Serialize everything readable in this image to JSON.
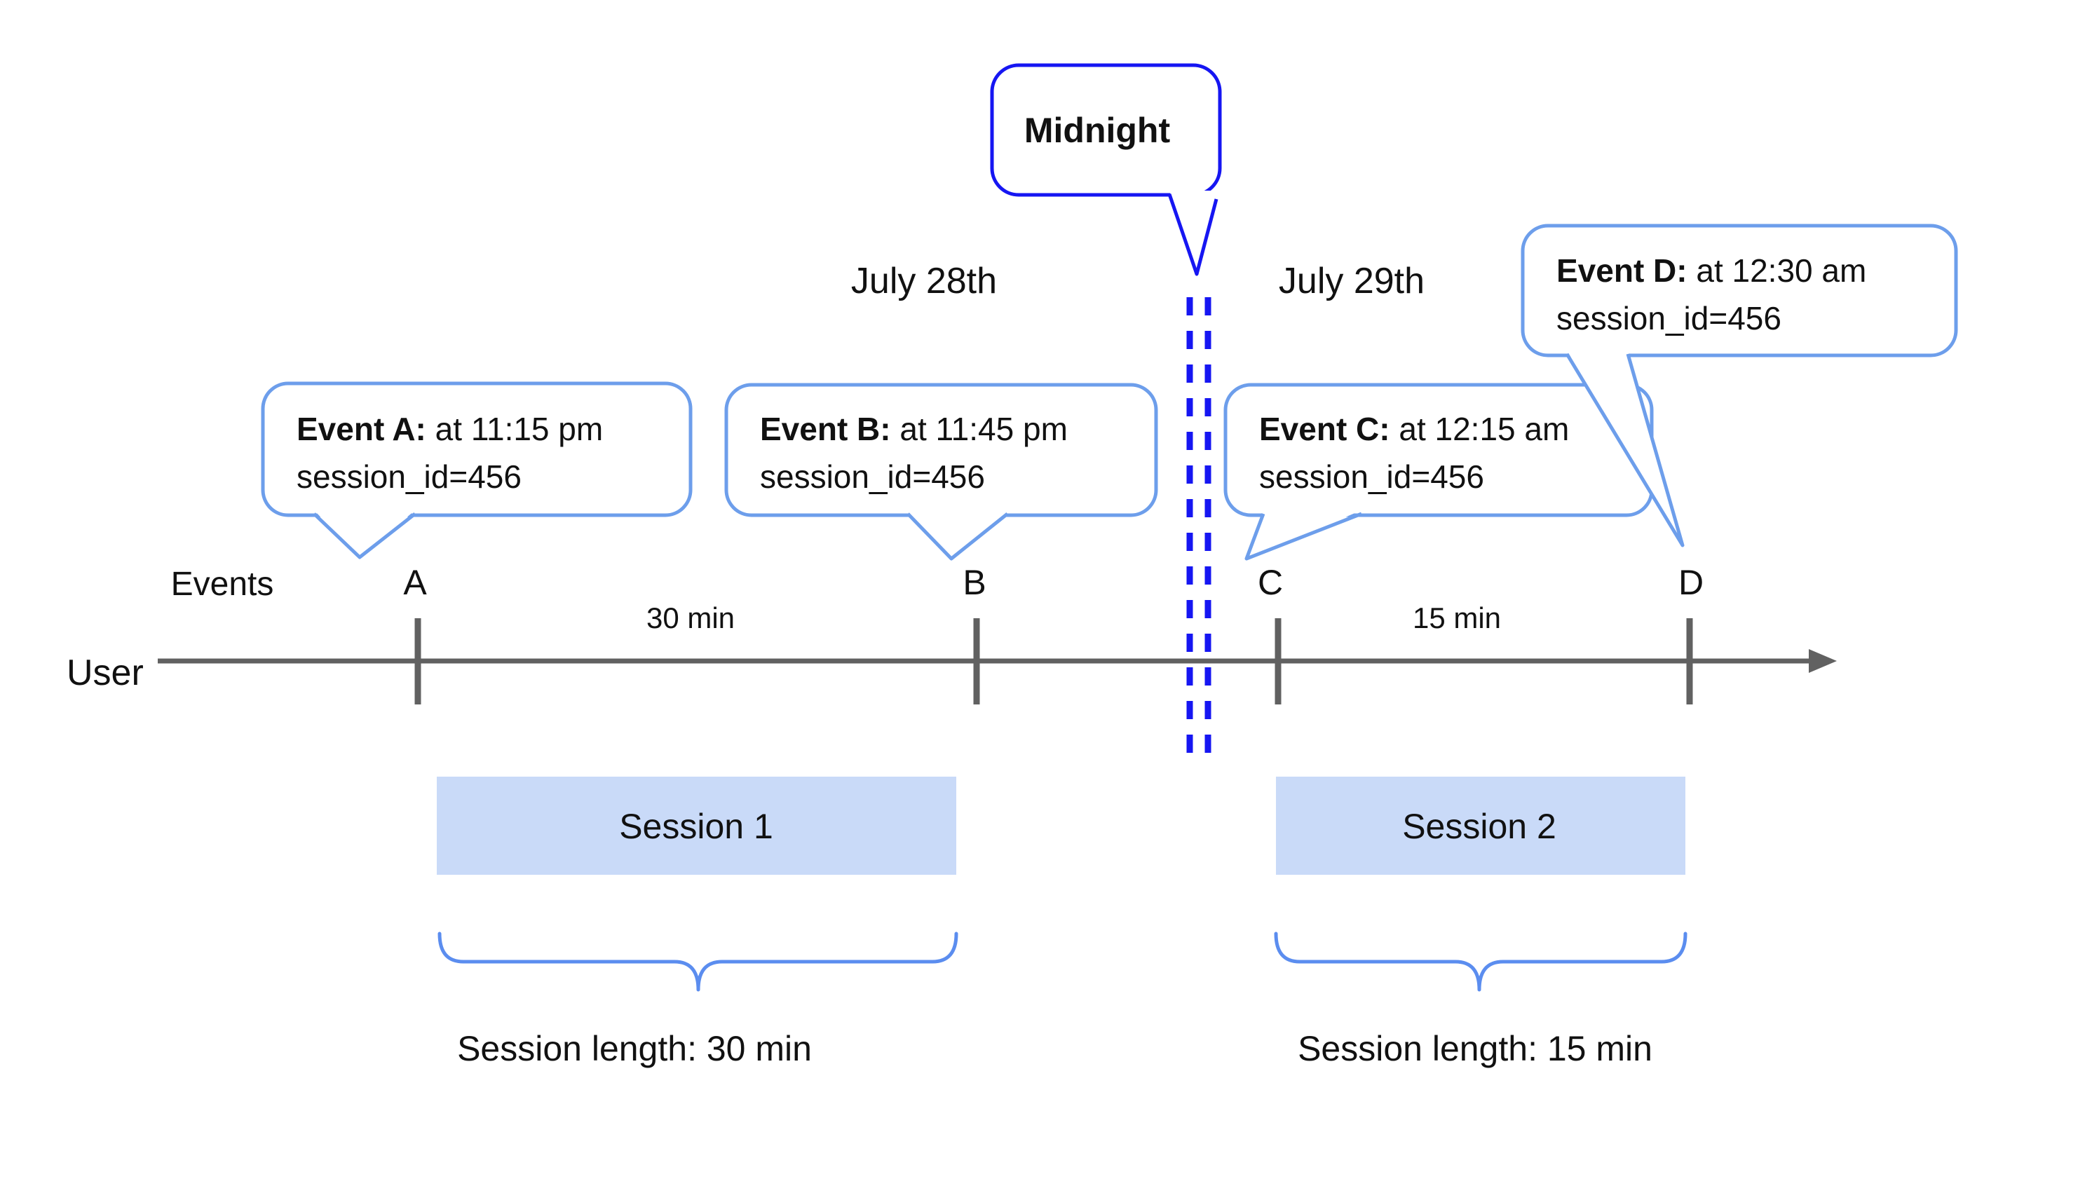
{
  "colors": {
    "timeline_gray": "#616161",
    "event_bubble_blue": "#6d9eeb",
    "brace_blue": "#5b8def",
    "midnight_blue": "#1616f2",
    "session_fill": "#c9daf8",
    "text": "#111111"
  },
  "axis": {
    "events_label": "Events",
    "user_label": "User"
  },
  "dates": {
    "left": "July 28th",
    "right": "July 29th"
  },
  "midnight": {
    "label": "Midnight"
  },
  "events": [
    {
      "label": "A",
      "callout_bold": "Event A:",
      "callout_rest": " at 11:15 pm",
      "callout_line2": "session_id=456"
    },
    {
      "label": "B",
      "callout_bold": "Event B:",
      "callout_rest": " at 11:45 pm",
      "callout_line2": "session_id=456"
    },
    {
      "label": "C",
      "callout_bold": "Event C:",
      "callout_rest": " at 12:15 am",
      "callout_line2": "session_id=456"
    },
    {
      "label": "D",
      "callout_bold": "Event D:",
      "callout_rest": " at 12:30 am",
      "callout_line2": "session_id=456"
    }
  ],
  "intervals": {
    "ab": "30 min",
    "cd": "15 min"
  },
  "sessions": [
    {
      "label": "Session 1",
      "length_label": "Session length: 30 min"
    },
    {
      "label": "Session 2",
      "length_label": "Session length: 15 min"
    }
  ]
}
